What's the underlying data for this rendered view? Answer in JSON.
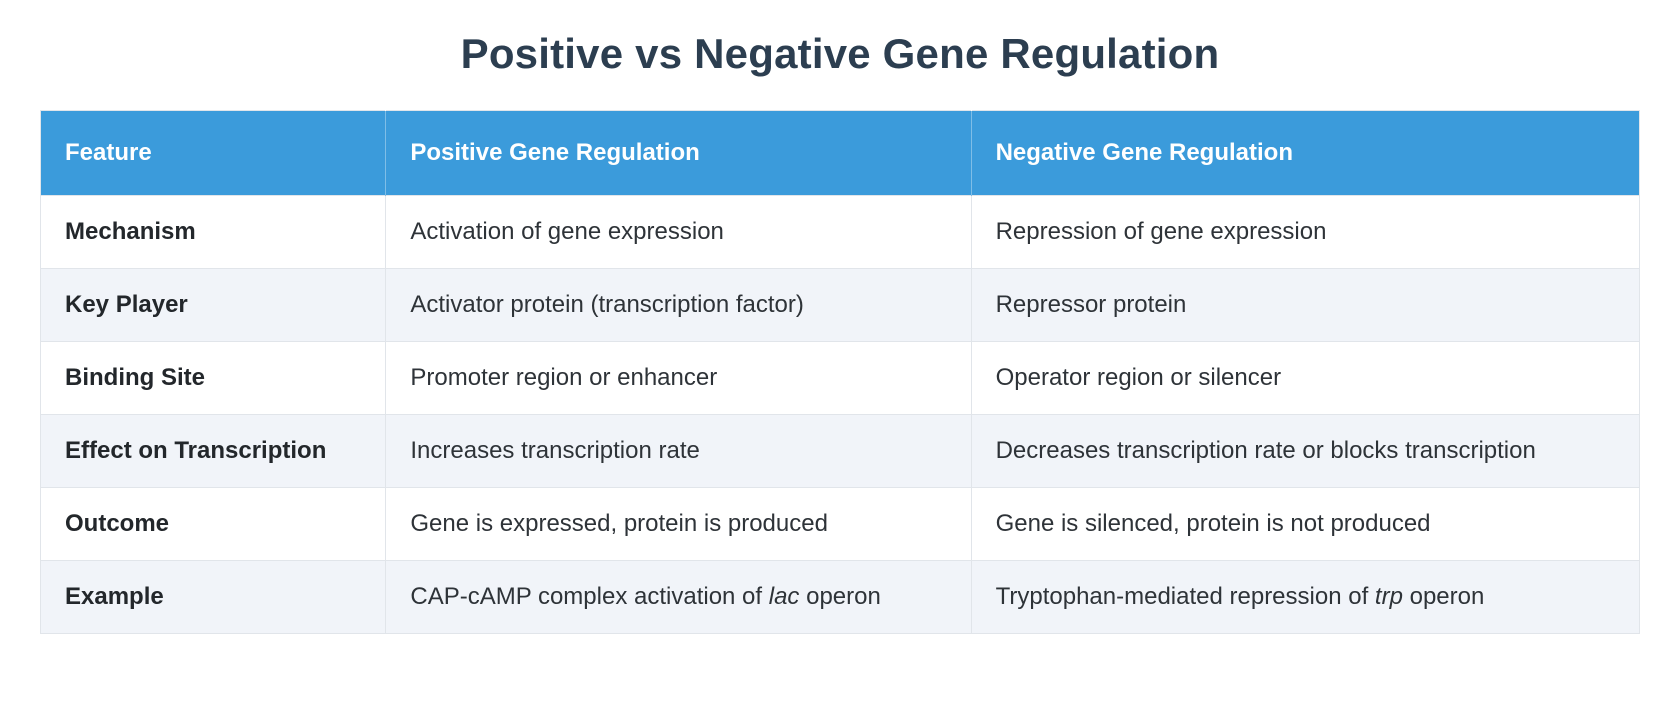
{
  "title": "Positive vs Negative Gene Regulation",
  "colors": {
    "header_background": "#3B9BDB",
    "header_text": "#FFFFFF",
    "title_text": "#2C3E50",
    "alt_row_background": "#F1F4F9",
    "body_text": "#2E3338",
    "feature_text": "#23272B",
    "border": "#E1E5EA"
  },
  "table": {
    "headers": [
      "Feature",
      "Positive Gene Regulation",
      "Negative Gene Regulation"
    ],
    "rows": [
      {
        "feature": "Mechanism",
        "positive": "Activation of gene expression",
        "negative": "Repression of gene expression"
      },
      {
        "feature": "Key Player",
        "positive": "Activator protein (transcription factor)",
        "negative": "Repressor protein"
      },
      {
        "feature": "Binding Site",
        "positive": "Promoter region or enhancer",
        "negative": "Operator region or silencer"
      },
      {
        "feature": "Effect on Transcription",
        "positive": "Increases transcription rate",
        "negative": "Decreases transcription rate or blocks transcription"
      },
      {
        "feature": "Outcome",
        "positive": "Gene is expressed, protein is produced",
        "negative": "Gene is silenced, protein is not produced"
      },
      {
        "feature": "Example",
        "positive_parts": {
          "prefix": "CAP-cAMP complex activation of ",
          "italic": "lac",
          "suffix": " operon"
        },
        "negative_parts": {
          "prefix": "Tryptophan-mediated repression of ",
          "italic": "trp",
          "suffix": " operon"
        }
      }
    ]
  },
  "chart_data": {
    "type": "table",
    "title": "Positive vs Negative Gene Regulation",
    "columns": [
      "Feature",
      "Positive Gene Regulation",
      "Negative Gene Regulation"
    ],
    "rows": [
      [
        "Mechanism",
        "Activation of gene expression",
        "Repression of gene expression"
      ],
      [
        "Key Player",
        "Activator protein (transcription factor)",
        "Repressor protein"
      ],
      [
        "Binding Site",
        "Promoter region or enhancer",
        "Operator region or silencer"
      ],
      [
        "Effect on Transcription",
        "Increases transcription rate",
        "Decreases transcription rate or blocks transcription"
      ],
      [
        "Outcome",
        "Gene is expressed, protein is produced",
        "Gene is silenced, protein is not produced"
      ],
      [
        "Example",
        "CAP-cAMP complex activation of lac operon",
        "Tryptophan-mediated repression of trp operon"
      ]
    ],
    "italic_terms": [
      "lac",
      "trp"
    ],
    "layout": {
      "header_fill": "#3B9BDB",
      "zebra_striping": true,
      "first_column_bold": true,
      "legend_position": "none",
      "grid": true
    }
  }
}
